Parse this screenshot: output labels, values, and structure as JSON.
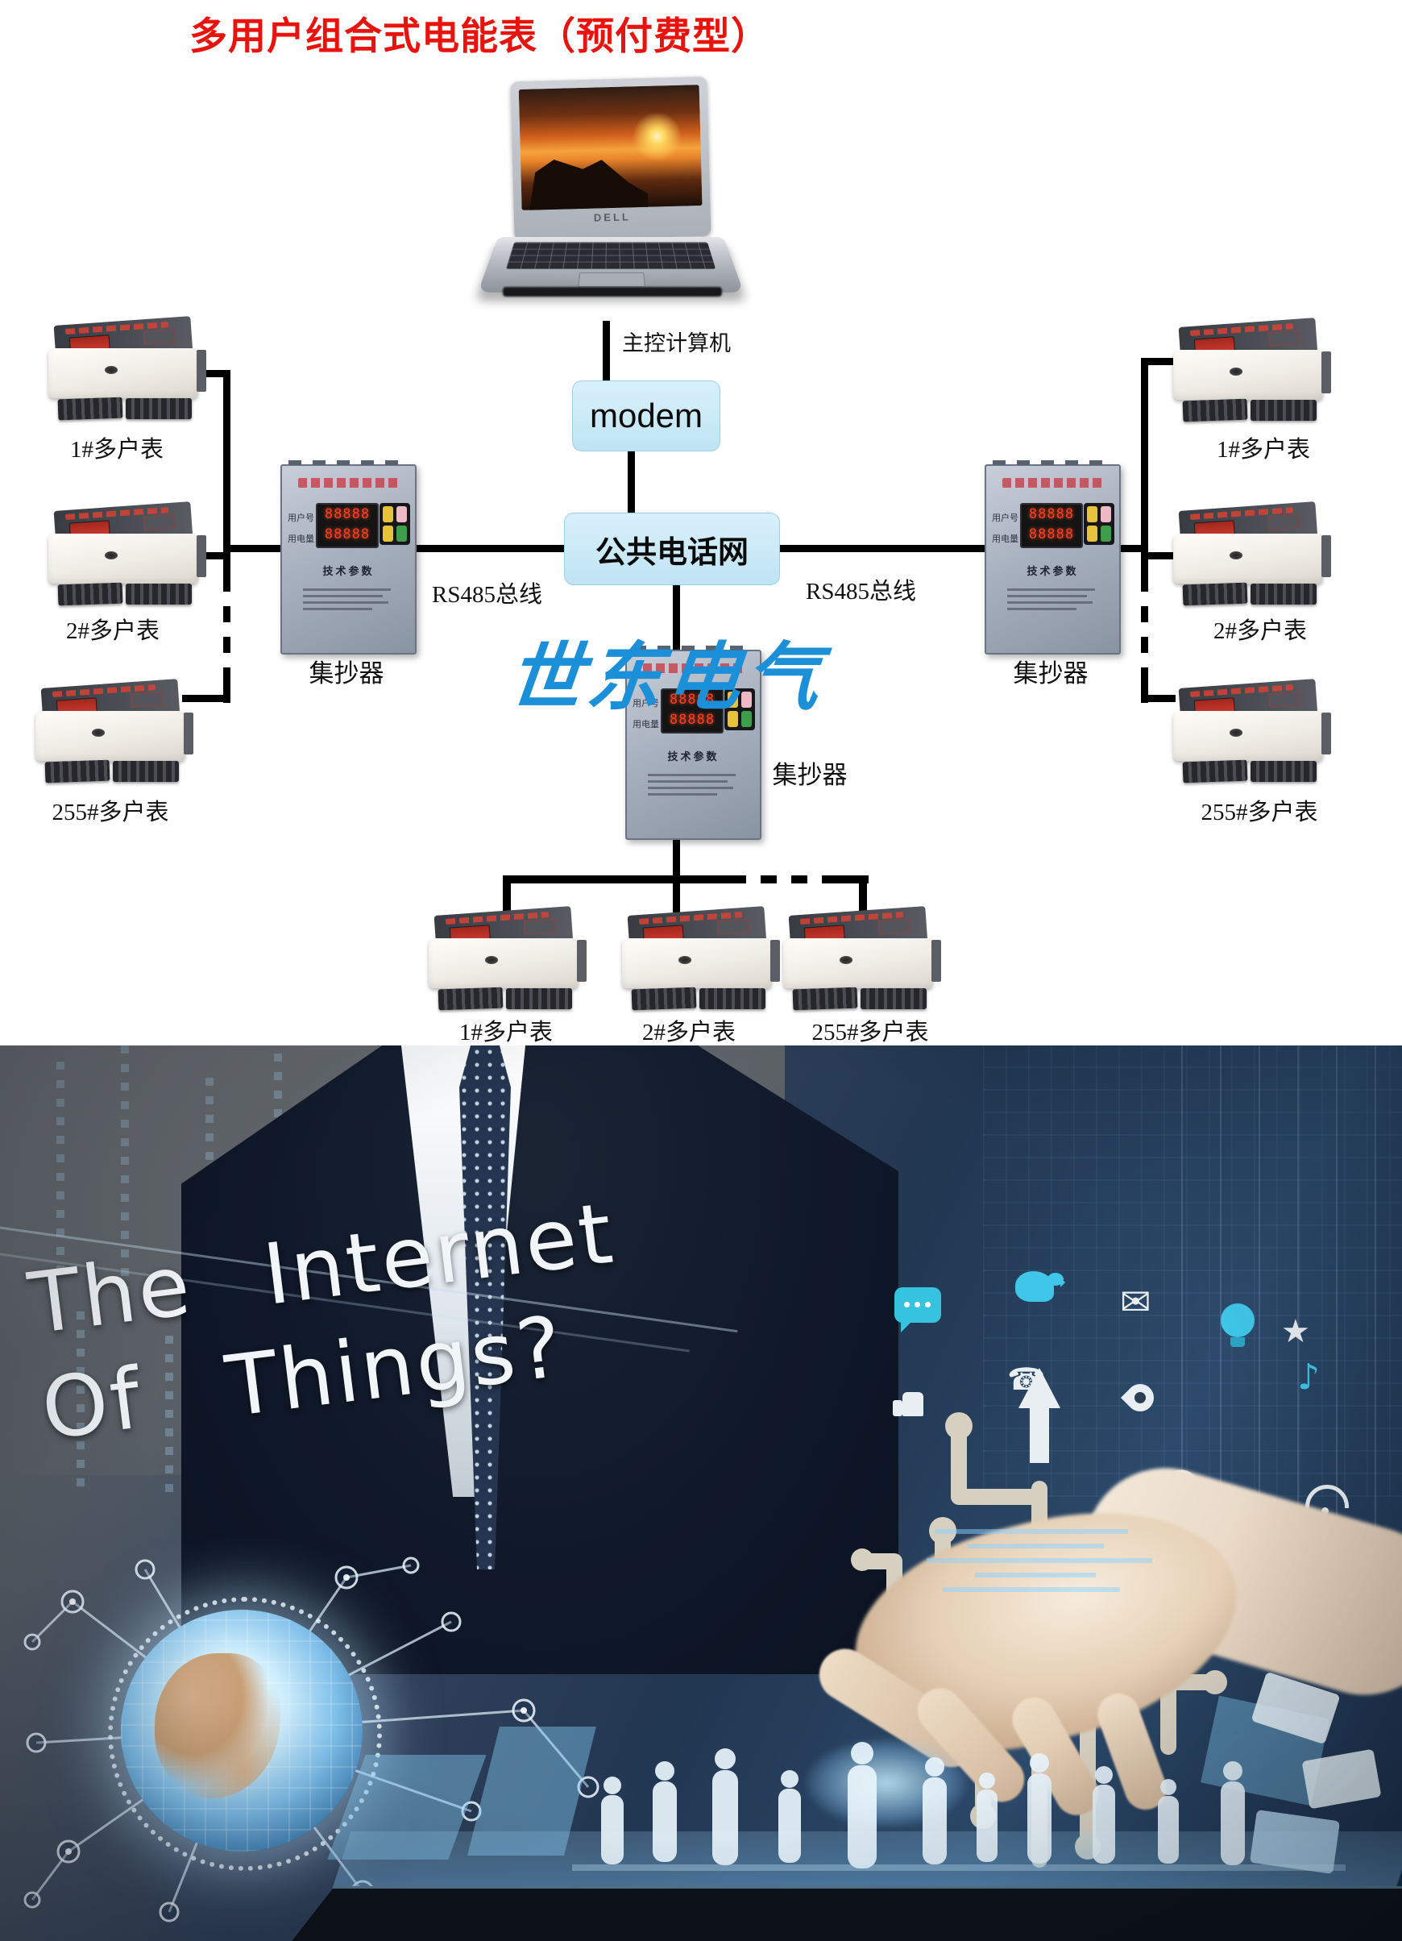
{
  "title": "多用户组合式电能表（预付费型）",
  "laptop": {
    "brand": "DELL",
    "label": "主控计算机"
  },
  "network": {
    "modem": "modem",
    "phone_network": "公共电话网",
    "rs485_left": "RS485总线",
    "rs485_right": "RS485总线",
    "watermark": "世东电气"
  },
  "collector": {
    "label": "集抄器",
    "display_row1": "88888",
    "display_row2": "88888",
    "field_user": "用户号",
    "field_energy": "用电量",
    "params_title": "技术参数"
  },
  "meters": {
    "m1": "1#多户表",
    "m2": "2#多户表",
    "m255": "255#多户表"
  },
  "photo": {
    "headline_line1": "The  Internet",
    "headline_line2": "Of  Things?"
  },
  "icons": {
    "envelope": "✉",
    "star": "★",
    "music": "♪",
    "at": "@",
    "phone": "☎",
    "heart": "♥",
    "plus": "+"
  },
  "colors": {
    "title_red": "#e8130c",
    "box_blue": "#cfeaf8",
    "watermark_blue": "#1b8fd8",
    "accent_cyan": "#3fc6e8"
  }
}
